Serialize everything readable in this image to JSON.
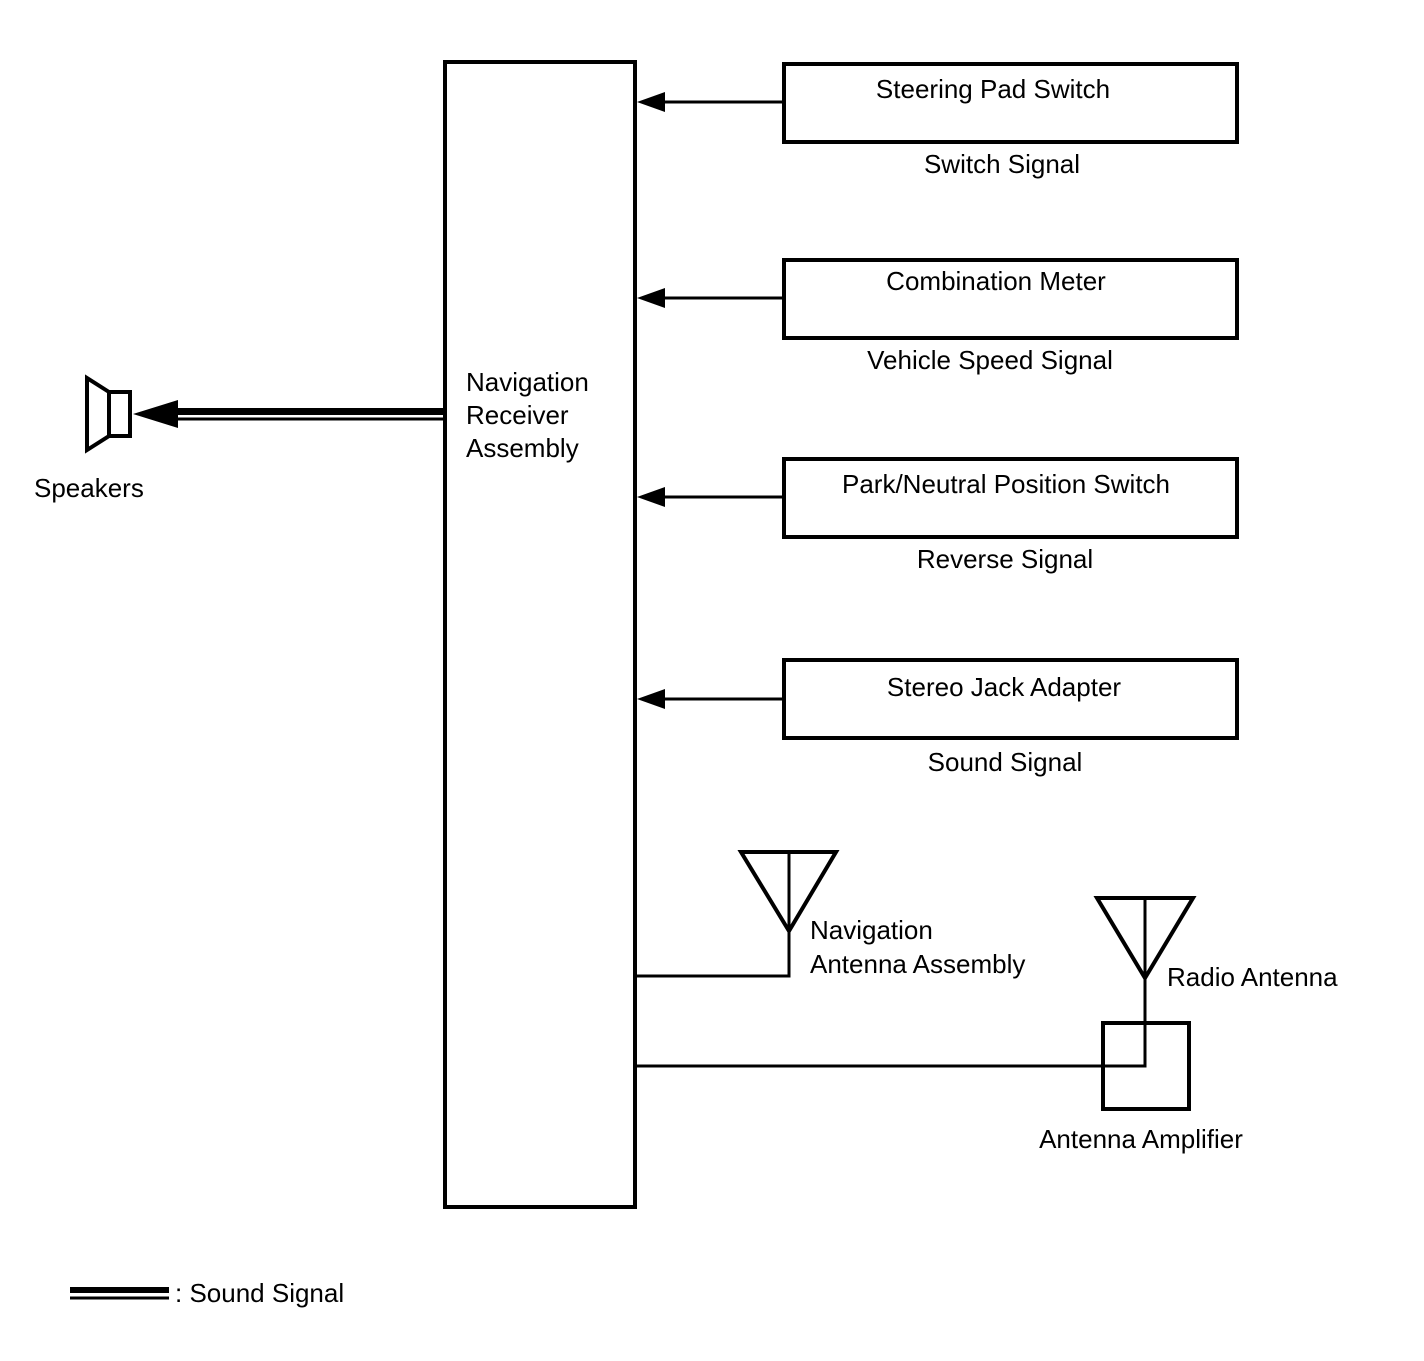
{
  "colors": {
    "stroke": "#000000",
    "background": "#ffffff",
    "text": "#000000"
  },
  "receiver": {
    "line1": "Navigation",
    "line2": "Receiver",
    "line3": "Assembly"
  },
  "inputs": [
    {
      "device": "Steering Pad Switch",
      "signal": "Switch Signal"
    },
    {
      "device": "Combination Meter",
      "signal": "Vehicle Speed Signal"
    },
    {
      "device": "Park/Neutral Position Switch",
      "signal": "Reverse Signal"
    },
    {
      "device": "Stereo Jack Adapter",
      "signal": "Sound Signal"
    }
  ],
  "speakers": {
    "label": "Speakers",
    "icon": "speaker-icon"
  },
  "nav_antenna": {
    "line1": "Navigation",
    "line2": "Antenna Assembly",
    "icon": "antenna-icon"
  },
  "radio_antenna": {
    "label": "Radio Antenna",
    "icon": "antenna-icon"
  },
  "amplifier": {
    "label": "Antenna Amplifier"
  },
  "legend": {
    "label": ": Sound Signal"
  }
}
